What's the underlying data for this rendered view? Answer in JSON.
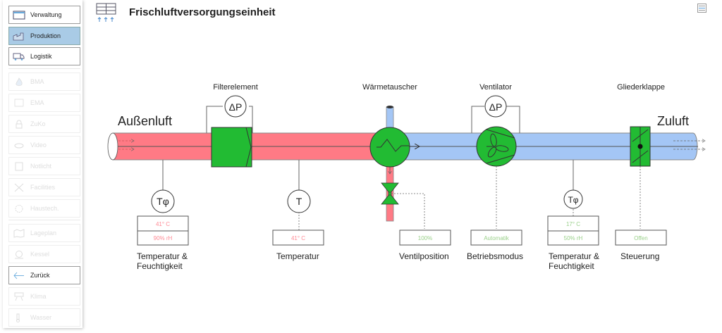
{
  "sidebar": {
    "items": [
      {
        "label": "Verwaltung",
        "icon": "window-icon",
        "state": "normal"
      },
      {
        "label": "Produktion",
        "icon": "factory-icon",
        "state": "active"
      },
      {
        "label": "Logistik",
        "icon": "truck-icon",
        "state": "normal"
      },
      {
        "label": "BMA",
        "icon": "fire-icon",
        "state": "disabled"
      },
      {
        "label": "EMA",
        "icon": "alarm-icon",
        "state": "disabled"
      },
      {
        "label": "ZuKo",
        "icon": "lock-icon",
        "state": "disabled"
      },
      {
        "label": "Video",
        "icon": "camera-icon",
        "state": "disabled"
      },
      {
        "label": "Notlicht",
        "icon": "emergency-light-icon",
        "state": "disabled"
      },
      {
        "label": "Facilities",
        "icon": "tools-icon",
        "state": "disabled"
      },
      {
        "label": "Haustech.",
        "icon": "gear-icon",
        "state": "disabled"
      },
      {
        "label": "Lageplan",
        "icon": "map-icon",
        "state": "disabled"
      },
      {
        "label": "Kessel",
        "icon": "boiler-icon",
        "state": "disabled"
      },
      {
        "label": "Zurück",
        "icon": "arrow-left-icon",
        "state": "normal"
      },
      {
        "label": "Klima",
        "icon": "climate-icon",
        "state": "disabled"
      },
      {
        "label": "Wasser",
        "icon": "water-icon",
        "state": "disabled"
      }
    ]
  },
  "header": {
    "title": "Frischluftversorgungseinheit",
    "icon": "air-supply-icon",
    "menu_icon": "menu-icon"
  },
  "diagram": {
    "inlet_label": "Außenluft",
    "outlet_label": "Zuluft",
    "colors": {
      "warm_pipe": "#ff7a85",
      "cold_pipe": "#a4c6f5",
      "component": "#22bb33",
      "warm_value": "#ff8a95",
      "cold_value": "#9ad08a"
    },
    "components": {
      "filter": {
        "label": "Filterelement",
        "sensor": "ΔP"
      },
      "heat_exchanger": {
        "label": "Wärmetauscher"
      },
      "fan": {
        "label": "Ventilator",
        "sensor": "ΔP"
      },
      "damper": {
        "label": "Gliederklappe"
      }
    },
    "sensors": [
      {
        "id": "inlet_th",
        "symbol": "Tφ",
        "values": [
          "41° C",
          "90% rH"
        ],
        "label_lines": [
          "Temperatur &",
          "Feuchtigkeit"
        ],
        "tone": "warm"
      },
      {
        "id": "temp",
        "symbol": "T",
        "values": [
          "41° C"
        ],
        "label_lines": [
          "Temperatur"
        ],
        "tone": "warm"
      },
      {
        "id": "valve",
        "symbol": "",
        "values": [
          "100%"
        ],
        "label_lines": [
          "Ventilposition"
        ],
        "tone": "cold"
      },
      {
        "id": "fan_mode",
        "symbol": "",
        "values": [
          "Automatik"
        ],
        "label_lines": [
          "Betriebsmodus"
        ],
        "tone": "cold"
      },
      {
        "id": "outlet_th",
        "symbol": "Tφ",
        "values": [
          "17° C",
          "50% rH"
        ],
        "label_lines": [
          "Temperatur &",
          "Feuchtigkeit"
        ],
        "tone": "cold"
      },
      {
        "id": "damper_ctrl",
        "symbol": "",
        "values": [
          "Offen"
        ],
        "label_lines": [
          "Steuerung"
        ],
        "tone": "cold"
      }
    ]
  }
}
